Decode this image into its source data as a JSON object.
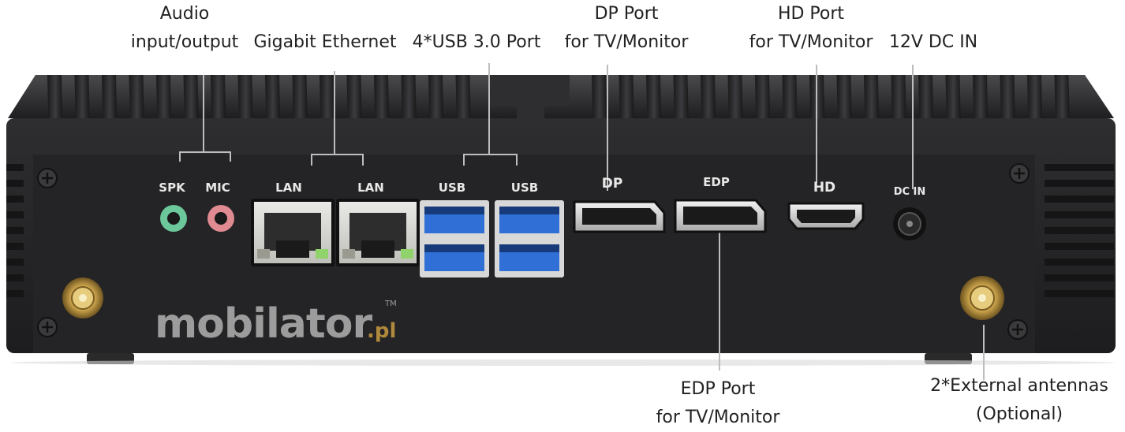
{
  "callouts": {
    "audio": {
      "line1": "Audio",
      "line2": "input/output"
    },
    "ethernet": {
      "line1": "Gigabit Ethernet"
    },
    "usb": {
      "line1": "4*USB 3.0 Port"
    },
    "dp": {
      "line1": "DP Port",
      "line2": "for TV/Monitor"
    },
    "hd": {
      "line1": "HD Port",
      "line2": "for TV/Monitor"
    },
    "dc": {
      "line1": "12V DC IN"
    },
    "edp": {
      "line1": "EDP Port",
      "line2": "for TV/Monitor"
    },
    "antennas": {
      "line1": "2*External antennas",
      "line2": "(Optional)"
    }
  },
  "panel_labels": {
    "spk": "SPK",
    "mic": "MIC",
    "lan1": "LAN",
    "lan2": "LAN",
    "usb1": "USB",
    "usb2": "USB",
    "dp": "DP",
    "edp": "EDP",
    "hd": "HD",
    "dcin": "DC IN"
  },
  "brand": {
    "name": "mobilator",
    "suffix": ".pl",
    "tm": "TM"
  },
  "colors": {
    "chassis": "#2b2b2d",
    "panel": "#222224",
    "usb_blue": "#2f6fd6",
    "spk_jack": "#6cc79a",
    "mic_jack": "#e08a92",
    "antenna_gold": "#c9a24a"
  }
}
